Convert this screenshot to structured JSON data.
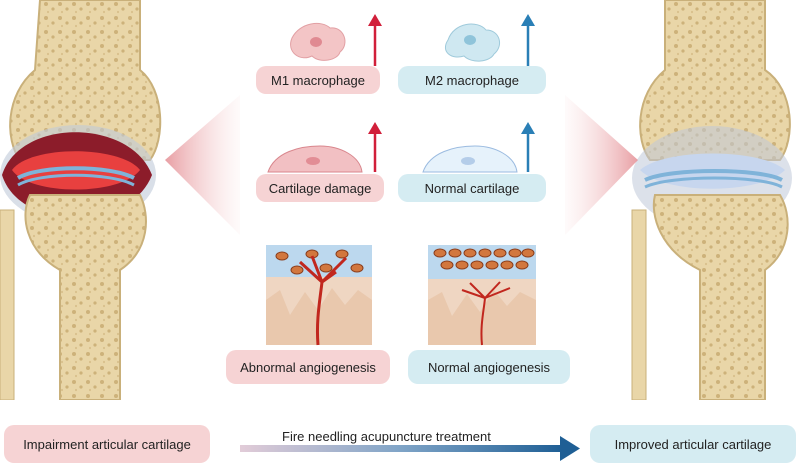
{
  "labels": {
    "m1_macrophage": "M1 macrophage",
    "m2_macrophage": "M2 macrophage",
    "cartilage_damage": "Cartilage damage",
    "normal_cartilage": "Normal cartilage",
    "abnormal_angiogenesis": "Abnormal angiogenesis",
    "normal_angiogenesis": "Normal angiogenesis",
    "impairment": "Impairment articular cartilage",
    "treatment": "Fire needling acupuncture treatment",
    "improved": "Improved articular cartilage"
  },
  "colors": {
    "red_label": "#f6d3d4",
    "blue_label": "#d5ecf2",
    "up_arrow_red": "#d11f3a",
    "up_arrow_blue": "#2a7fb6",
    "bone": "#e9d6a8",
    "inflammation": "#e8403f",
    "healthy_cartilage": "#b7c9e6"
  }
}
